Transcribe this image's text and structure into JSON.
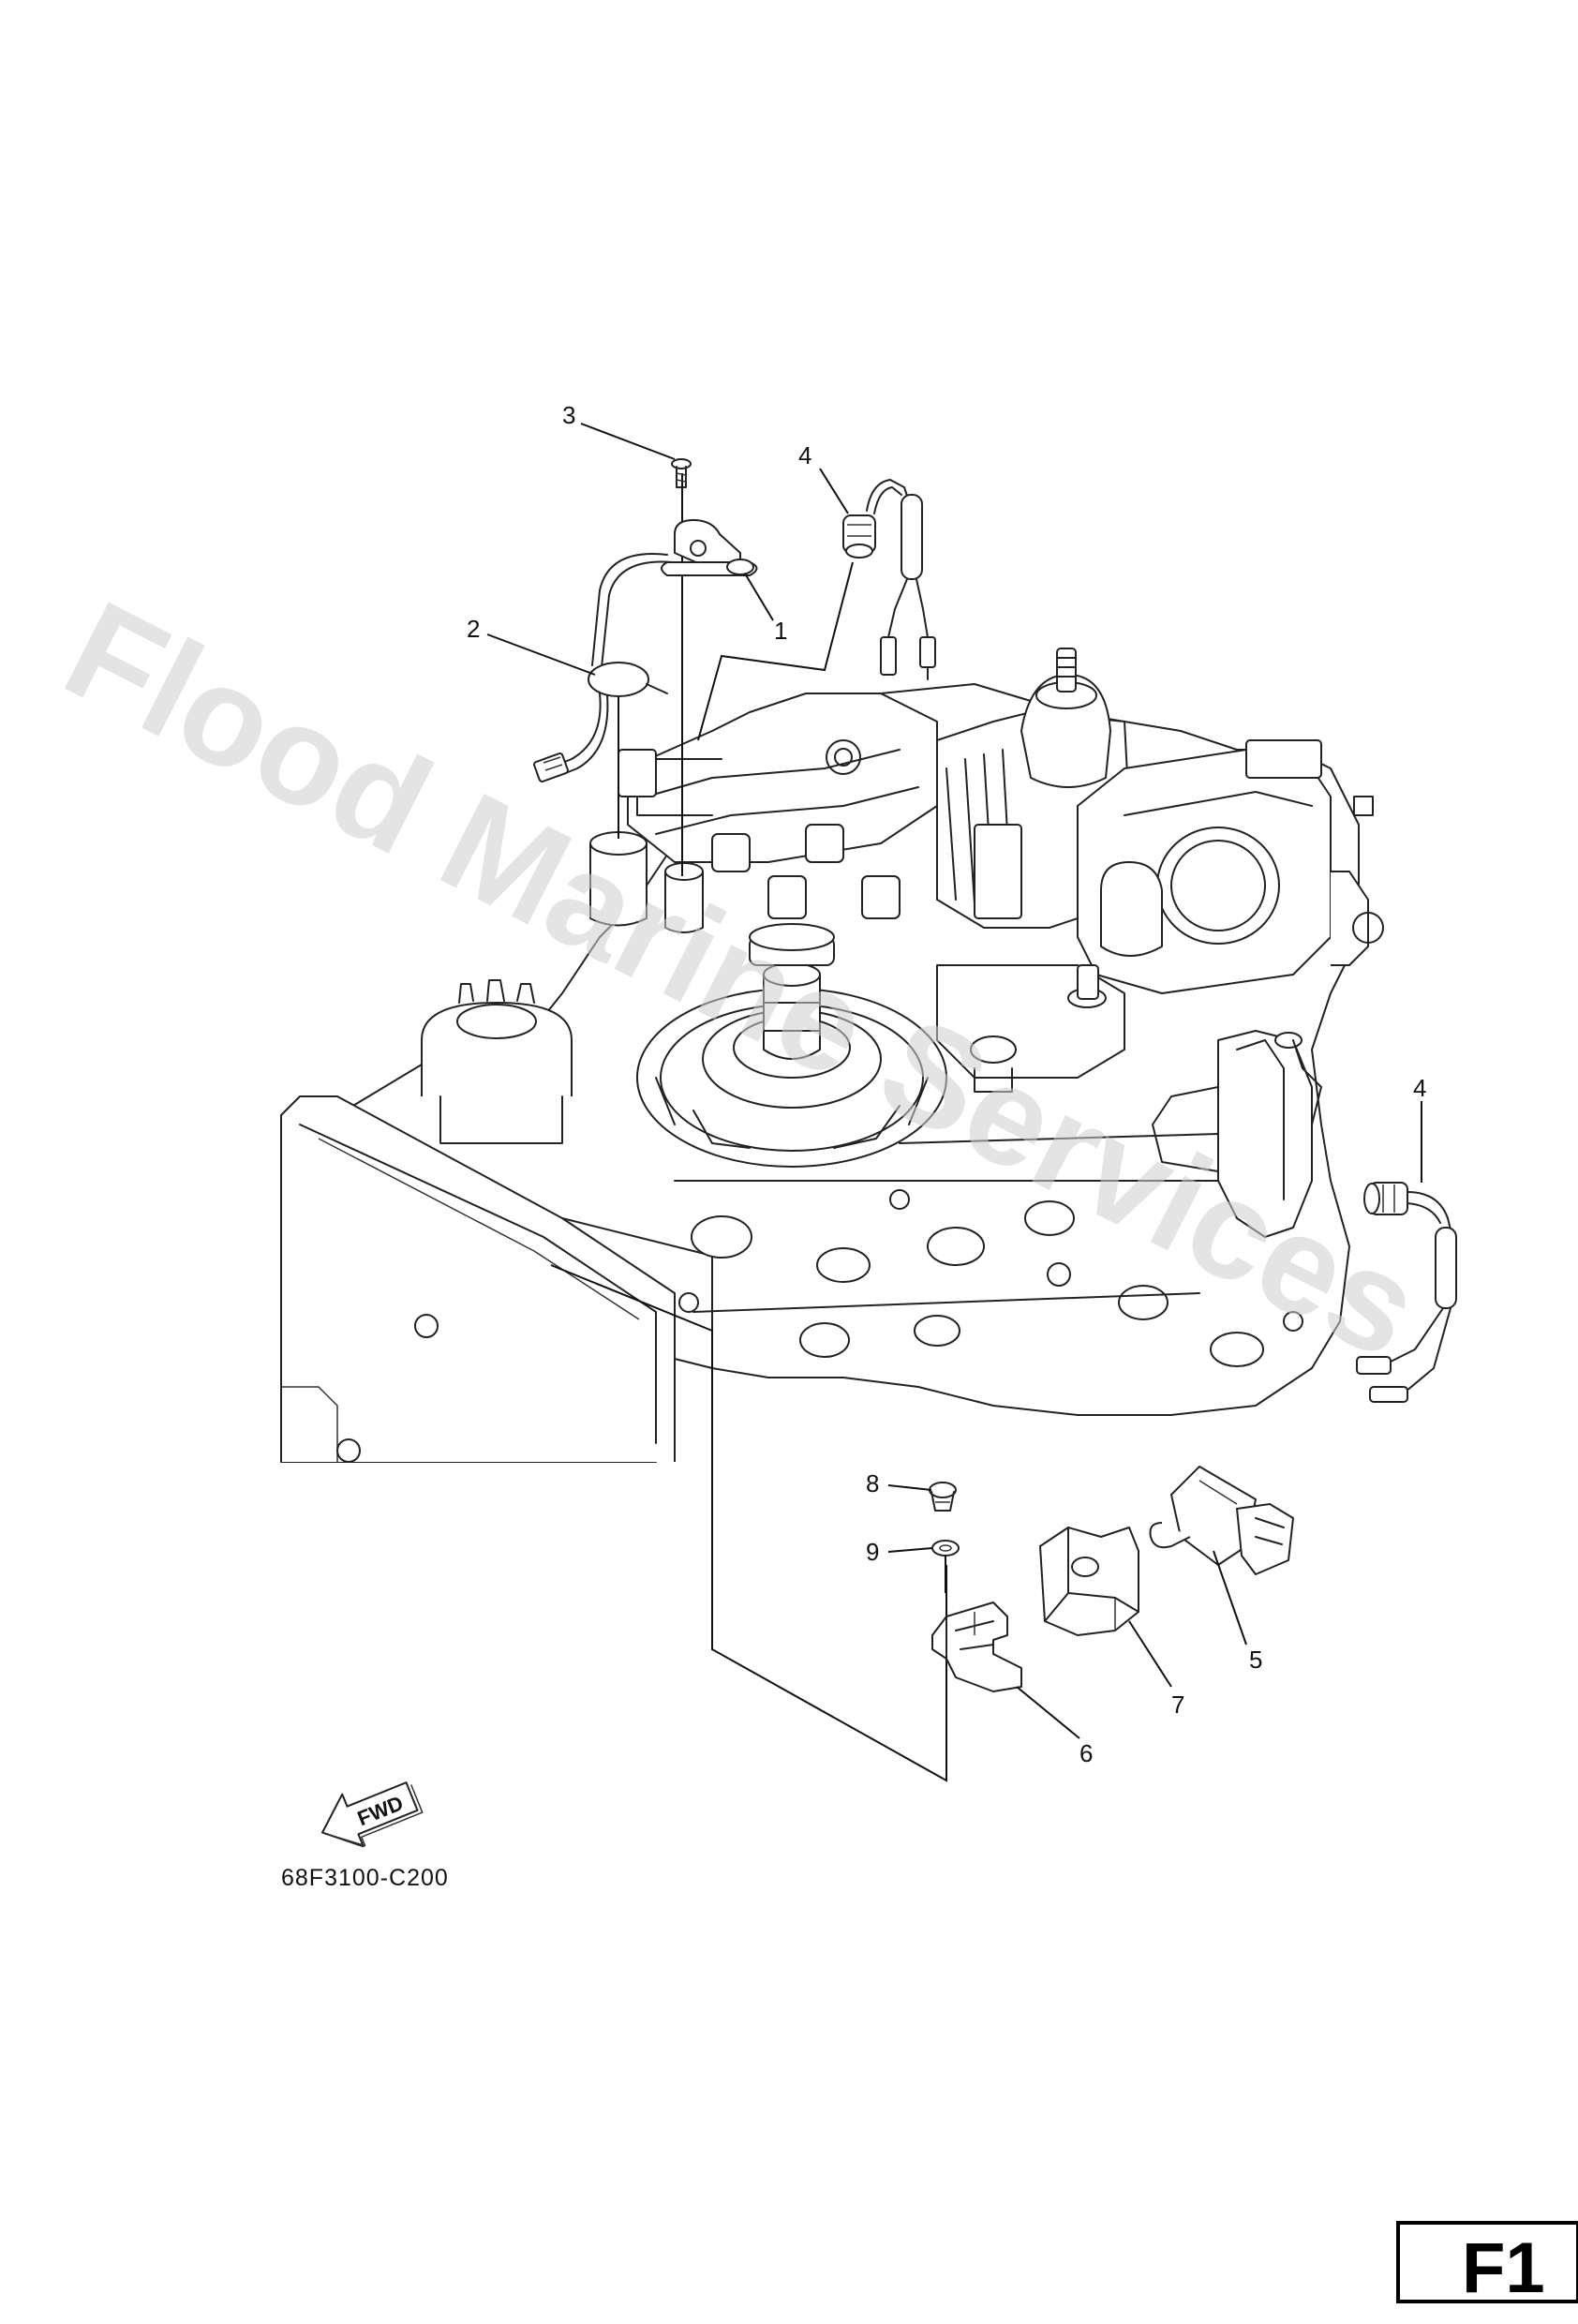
{
  "watermark": "Flood Marine Services",
  "part_code": "68F3100-C200",
  "page_id": "F1",
  "fwd_label": "FWD",
  "callouts": [
    {
      "id": "c3",
      "label": "3"
    },
    {
      "id": "c4a",
      "label": "4"
    },
    {
      "id": "c2",
      "label": "2"
    },
    {
      "id": "c1",
      "label": "1"
    },
    {
      "id": "c4b",
      "label": "4"
    },
    {
      "id": "c8",
      "label": "8"
    },
    {
      "id": "c9",
      "label": "9"
    },
    {
      "id": "c5",
      "label": "5"
    },
    {
      "id": "c7",
      "label": "7"
    },
    {
      "id": "c6",
      "label": "6"
    }
  ]
}
